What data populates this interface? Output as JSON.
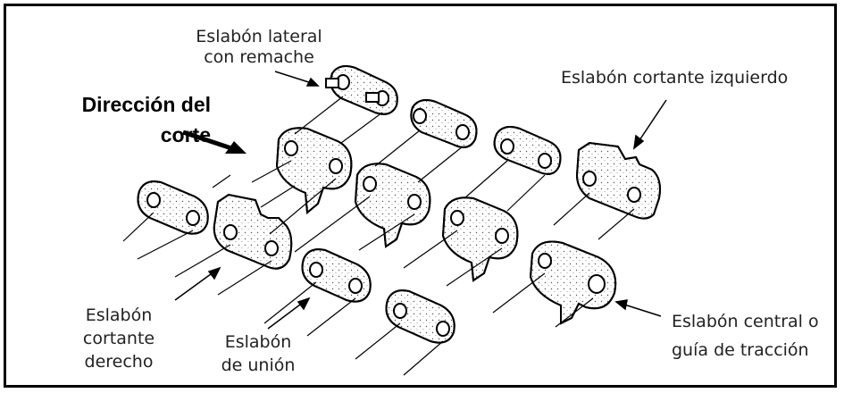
{
  "labels": {
    "side_link_line1": "Eslabón lateral",
    "side_link_line2": "con remache",
    "left_cutter": "Eslabón cortante izquierdo",
    "direction_line1": "Dirección del",
    "direction_line2": "corte",
    "right_cutter_line1": "Eslabón",
    "right_cutter_line2": "cortante",
    "right_cutter_line3": "derecho",
    "tie_strap_line1": "Eslabón",
    "tie_strap_line2": "de unión",
    "drive_link_line1": "Eslabón central o",
    "drive_link_line2": "guía de tracción"
  }
}
